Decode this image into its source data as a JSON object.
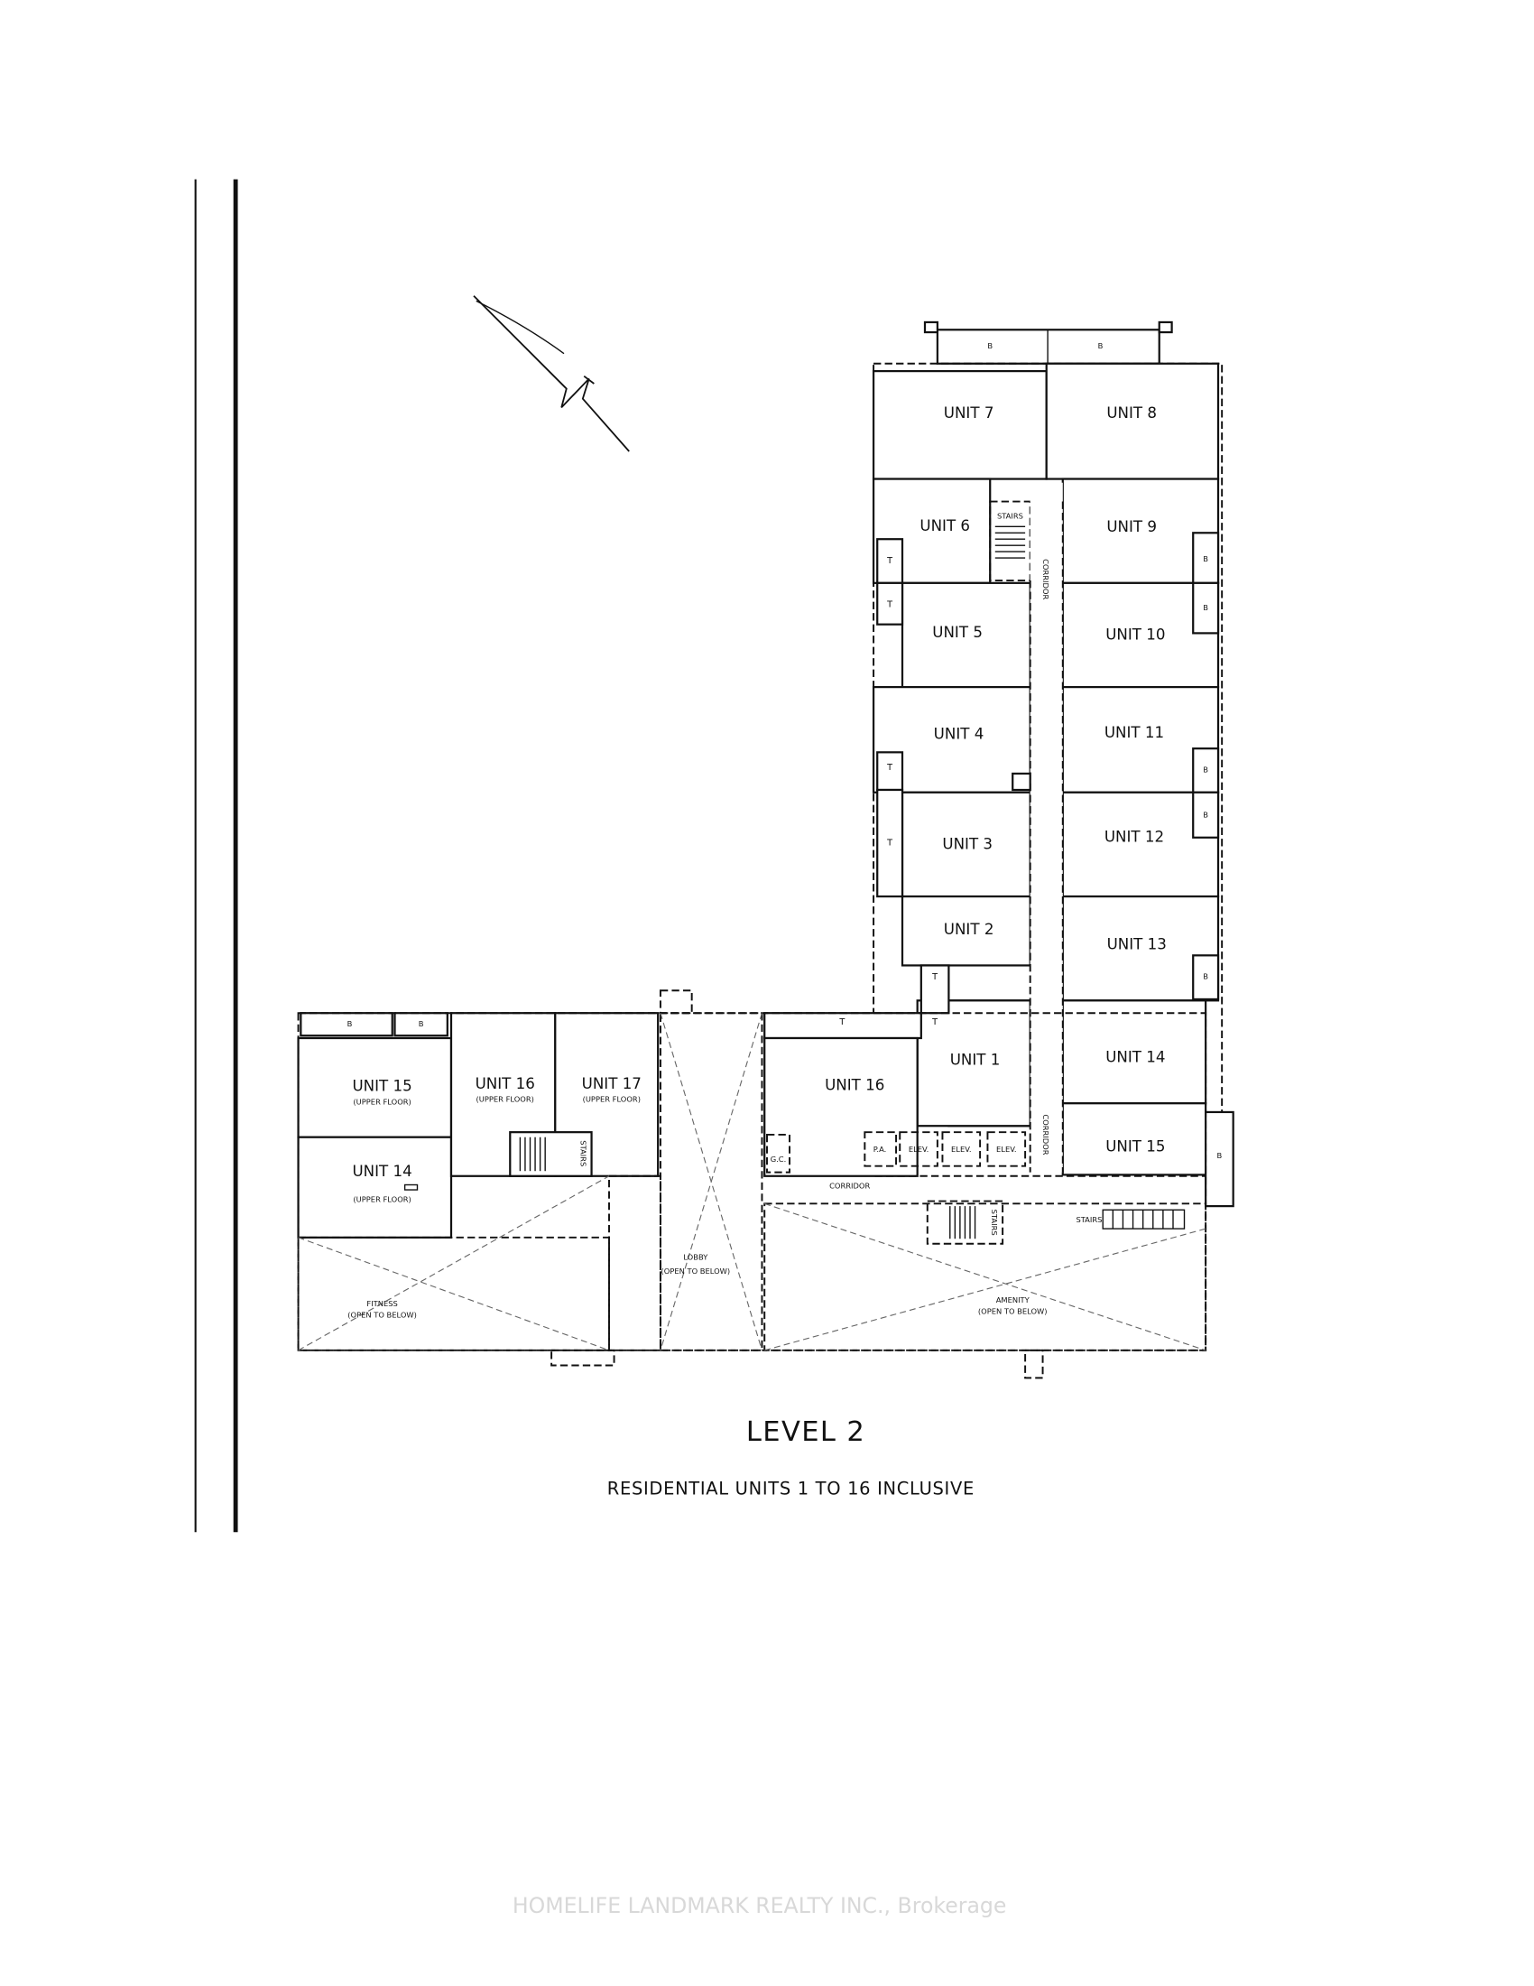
{
  "plan": {
    "title": "LEVEL 2",
    "subtitle": "RESIDENTIAL UNITS 1 TO 16 INCLUSIVE",
    "watermark": "HOMELIFE LANDMARK REALTY INC., Brokerage",
    "units": {
      "u7": "UNIT 7",
      "u8": "UNIT 8",
      "u6": "UNIT 6",
      "u9": "UNIT 9",
      "u5": "UNIT 5",
      "u10": "UNIT 10",
      "u4": "UNIT 4",
      "u11": "UNIT 11",
      "u3": "UNIT 3",
      "u12": "UNIT 12",
      "u2": "UNIT 2",
      "u13": "UNIT 13",
      "u1": "UNIT 1",
      "u14r": "UNIT 14",
      "u15r": "UNIT 15",
      "u16c": "UNIT 16",
      "u15l": "UNIT 15",
      "u14l": "UNIT 14",
      "u16l": "UNIT 16",
      "u17l": "UNIT 17"
    },
    "upper_floor": "(UPPER FLOOR)",
    "labels": {
      "stairs": "STAIRS",
      "corridor": "CORRIDOR",
      "t": "T",
      "b": "B",
      "pa": "P.A.",
      "elev": "ELEV.",
      "gc": "G.C.",
      "fitness": "FITNESS",
      "lobby": "LOBBY",
      "amenity": "AMENITY",
      "open_below": "(OPEN TO BELOW)"
    }
  }
}
